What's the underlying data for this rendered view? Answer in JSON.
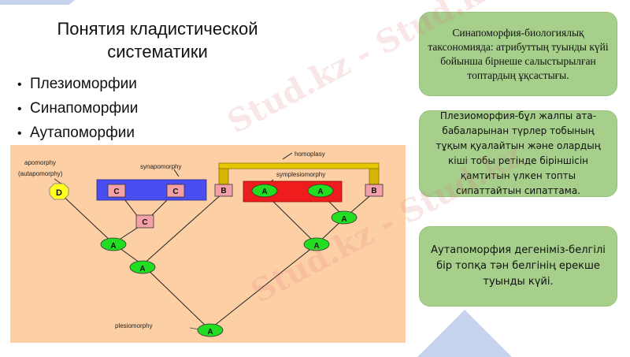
{
  "slide": {
    "title_line1": "Понятия кладистической",
    "title_line2": "систематики",
    "bullets": [
      "Плезиоморфии",
      "Синапоморфии",
      "Аутапоморфии"
    ]
  },
  "diagram": {
    "labels": {
      "apomorphy": "apomorphy",
      "autapomorphy": "(autapomorphy)",
      "synapomorphy": "synapomorphy",
      "homoplasy": "homoplasy",
      "symplesiomorphy": "symplesiomorphy",
      "plesiomorphy": "plesiomorphy"
    },
    "nodes": {
      "d": "D",
      "c_left": "C",
      "c_right": "C",
      "c_mid": "C",
      "b_left": "B",
      "b_right": "B",
      "a_sym_left": "A",
      "a_sym_right": "A",
      "a_right_upper": "A",
      "a_right_lower": "A",
      "a_left_upper": "A",
      "a_left_lower": "A",
      "a_root": "A"
    },
    "colors": {
      "background": "#fdcfa5",
      "synapomorphy_box": "#4a4ef0",
      "symplesiomorphy_box": "#ee1c1c",
      "node_green": "#22dd22",
      "node_pink": "#f4a0a8",
      "node_yellow": "#ffff22",
      "homoplasy_bar": "#e6c800"
    }
  },
  "cards": [
    {
      "text": "Синапоморфия-биологиялық таксономияда: атрибуттың туынды күйі бойынша бірнеше салыстырылған топтардың ұқсастығы."
    },
    {
      "text": "Плезиоморфия-бұл жалпы ата-бабаларынан түрлер тобының тұқым қуалайтын және олардың кіші тобы ретінде біріншісін қамтитын үлкен топты сипаттайтын сипаттама."
    },
    {
      "text": "Аутапоморфия дегеніміз-белгілі бір топқа тән белгінің ерекше туынды күйі."
    }
  ],
  "watermark": {
    "text": "Stud.kz - Stud.kz"
  }
}
